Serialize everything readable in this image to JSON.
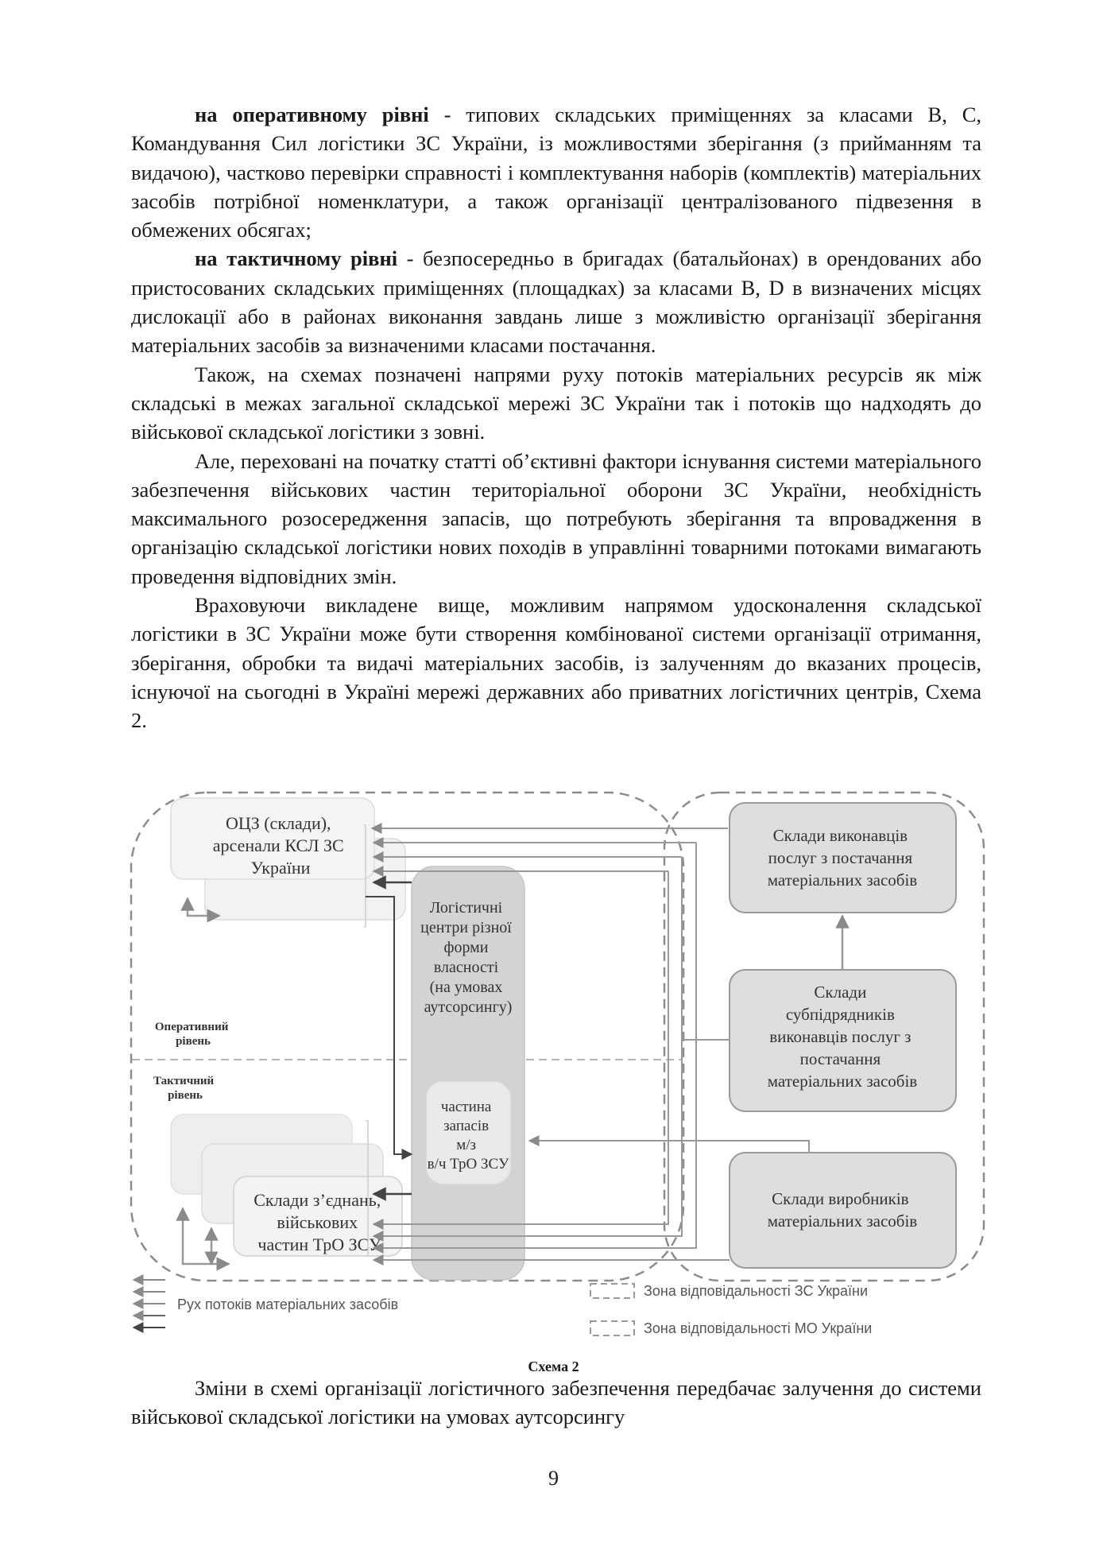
{
  "paragraphs": [
    {
      "bold": "на оперативному рівні",
      "text": " - типових складських приміщеннях за класами В, С, Командування Сил логістики ЗС України, із можливостями зберігання (з прийманням та видачою), частково перевірки справності і комплектування наборів (комплектів) матеріальних засобів потрібної номенклатури, а також організації централізованого підвезення в обмежених обсягах;"
    },
    {
      "bold": "на тактичному рівні",
      "text": " - безпосередньо в бригадах (батальйонах) в орендованих або пристосованих складських приміщеннях (площадках) за класами В, D в визначених місцях дислокації або в районах виконання завдань лише з можливістю організації зберігання матеріальних засобів за визначеними класами постачання."
    },
    {
      "bold": "",
      "text": "Також, на схемах позначені напрями руху потоків матеріальних ресурсів як між складські в межах загальної складської мережі ЗС України так і потоків що надходять до військової складської логістики з зовні."
    },
    {
      "bold": "",
      "text": "Але, переховані на початку статті об’єктивні фактори існування системи матеріального забезпечення військових частин територіальної оборони ЗС України, необхідність максимального розосередження запасів, що потребують зберігання та впровадження в організацію складської логістики нових походів в управлінні товарними потоками вимагають проведення відповідних змін."
    },
    {
      "bold": "",
      "text": "Враховуючи викладене вище, можливим напрямом удосконалення складської логістики в ЗС України може бути створення комбінованої системи організації отримання, зберігання, обробки та видачі матеріальних засобів, із залученням до вказаних процесів, існуючої на сьогодні в Україні мережі державних або приватних логістичних центрів, Схема 2."
    }
  ],
  "diagram": {
    "ocz_lines": [
      "ОЦЗ (склади),",
      "арсенали КСЛ ЗС",
      "України"
    ],
    "logistic_lines": [
      "Логістичні",
      "центри різної",
      "форми",
      "власності",
      "(на умовах",
      "аутсорсингу)"
    ],
    "inner_lines": [
      "частина",
      "запасів",
      "м/з",
      "в/ч ТрО ЗСУ"
    ],
    "units_lines": [
      "Склади з’єднань,",
      "військових",
      "частин ТрО ЗСУ"
    ],
    "contractors_lines": [
      "Склади виконавців",
      "послуг з постачання",
      "матеріальних засобів"
    ],
    "subcontractors_lines": [
      "Склади",
      "субпідрядників",
      "виконавців послуг з",
      "постачання",
      "матеріальних засобів"
    ],
    "producers_lines": [
      "Склади виробників",
      "матеріальних засобів"
    ],
    "operational_lines": [
      "Оперативний",
      "рівень"
    ],
    "tactical_lines": [
      "Тактичний",
      "рівень"
    ],
    "legend_flow": "Рух потоків матеріальних засобів",
    "legend_zs": "Зона відповідальності ЗС України",
    "legend_mo": "Зона відповідальності МО України"
  },
  "caption": "Схема 2",
  "after_paragraph": "Зміни в схемі організації логістичного забезпечення передбачає залучення до системи військової складської логістики на умовах аутсорсингу",
  "page_number": "9"
}
